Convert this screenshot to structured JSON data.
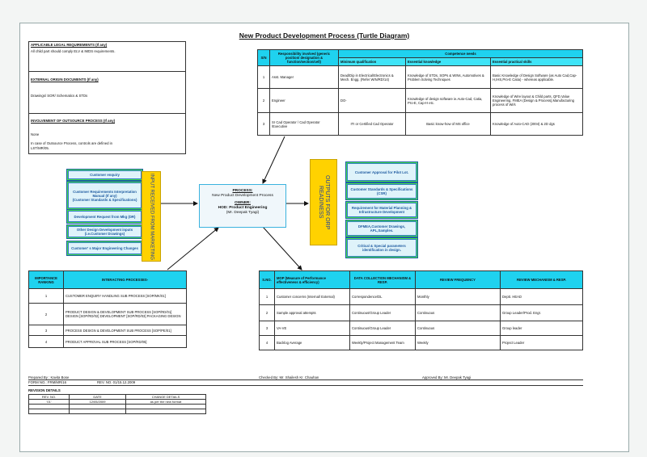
{
  "title": "New Product Development Process (Turtle Diagram)",
  "left_box": {
    "legal_header": "APPLICABLE LEGAL REQUIREMENTS (If any)",
    "legal_text": "All child part should comply ELV & IMDS requirements.",
    "external_header": "EXTERNAL ORIGIN DOCUMENTS (If any)",
    "external_text": "Drawings/ SOR/ Schematics & STDs",
    "outsource_header": "INVOLVEMENT OF OUTSOURCE PROCESS (If any)",
    "outsource_text1": "None",
    "outsource_text2": "In case of Outsource Process, controls are defined in",
    "outsource_text3": "LST/MR/05."
  },
  "competence": {
    "col_sn": "S/N",
    "col_resp": "Responsibility involved (generic position/ designation & function/section/cell)",
    "col_group": "Competence needs",
    "col_min": "Minimum qualification",
    "col_know": "Essential knowledge",
    "col_skill": "Essential practical skills",
    "rows": [
      {
        "sn": "1",
        "resp": "Asst. Manager",
        "min": "Dead/Dip in Electrical/Electronics & Mech. Engg. (Refer WIN/RD/14)",
        "know": "Knowledge of STDs, SOPs & WINs, Automotives & Problem Solving Techniques",
        "skill": "Basic Knowledge of Design Software (as Auto Cad,Cap-H,IHS,Pro-E Catia) - whereas applicable."
      },
      {
        "sn": "2",
        "resp": "Engineer",
        "min": "DO-",
        "know": "Knowledge of design software ie.Auto-Cad, Catia, Pro-E, Cap-H etc.",
        "skill": "Knowledge of Wire layout & Child parts, QFD,Value Engineering, FMEA (Design & Process),Manufacturing process of Wi/s"
      },
      {
        "sn": "3",
        "resp": "Sr Cad Operator / Cad Operator /Executive",
        "min": "ITI or Certified Cad Operator",
        "know": "Basic know-how of MS office",
        "skill": "Knowledge of Auto-CAD (2004) & 2D dgs"
      }
    ]
  },
  "inputs": [
    "Customer enquiry",
    "Customer Requirements Interpretation Manual (If any)",
    "(Customer Standards & Specifications)",
    "Development Request from Mkg (DR)",
    "Other Design Development inputs (i.e.Customer Drawings)",
    "Customer' s Major Engineering Changes"
  ],
  "input_label": "INPUT RECEIVED FROM MARKETING",
  "process": {
    "head": "PROCESS:",
    "name": "New Product Development Process",
    "owner_head": "OWNER:",
    "owner": "HOD: Product Engineering",
    "owner_name": "(Mr. Deepak Tyagi)"
  },
  "output_label": "OUTPUTS FOR ORP READINESS",
  "outputs": [
    "Customer Approval for Pilot Lot.",
    "Customer Standards & Specifications (CSR)",
    "Requirement for Material Planning & Infrastructure Development",
    "DFMEA,Customer Drawings, APL,Samples.",
    "Critical & Special parameters identification in design."
  ],
  "interacting": {
    "col_rank": "IMPORTANCE RANKING",
    "col_proc": "INTERACTING PROCESSES-",
    "rows": [
      {
        "rank": "1",
        "text": "CUSTOMER ENQUIRY HANDLING SUB PROCESS [SOP/MK/01]"
      },
      {
        "rank": "2",
        "text": "PRODUCT DESIGN & DEVELOPMENT SUB PROCESS [SOP/RD/01] DESIGN [SOP/RD/02] DEVELOPMENT [SOP/RD/03] PACKAGING DESIGN"
      },
      {
        "rank": "3",
        "text": "PROCESS DESIGN & DEVELOPMENT SUB PROCESS [SOP/PE/01]"
      },
      {
        "rank": "4",
        "text": "PRODUCT APPROVAL SUB PROCESS [SOP/RD/05]"
      }
    ]
  },
  "mop": {
    "col_sno": "S.NO.",
    "col_mop": "MOP (Measure of Performance effectiveness & efficiency)",
    "col_data": "DATA COLLECTION MECHANISM & RESP.",
    "col_freq": "REVIEW FREQUENCY",
    "col_rev": "REVIEW MECHANISM & RESP.",
    "rows": [
      {
        "sno": "1",
        "mop": "Customer concerns (Internal/ External)",
        "data": "Correspondence/DL",
        "freq": "Monthly",
        "rev": "Deptt. HEAD"
      },
      {
        "sno": "2",
        "mop": "Sample approval attempts",
        "data": "Continuous/Group Leader",
        "freq": "Continuous",
        "rev": "Group Leader/Prod. Engr."
      },
      {
        "sno": "3",
        "mop": "VA-VE",
        "data": "Continuous/Group Leader",
        "freq": "Continuous",
        "rev": "Group leader"
      },
      {
        "sno": "4",
        "mop": "Backlog Average",
        "data": "Weekly/Project Management Team",
        "freq": "Weekly",
        "rev": "Project Leader"
      }
    ]
  },
  "footer": {
    "prepared": "Prepared By : Kavita Bose",
    "checked": "Checked By: Mr. Shailesh Kr. Chauhan",
    "approved": "Approved By: Mr. Deepak Tyagi",
    "form_no": "FORM NO.: FRM/MR/16",
    "rev_no": "REV. NO. 01/15.12.2009"
  },
  "revision": {
    "title": "REVISION DETAILS",
    "col_rev": "REV. NO.",
    "col_date": "DATE",
    "col_change": "CHANGE DETAILS",
    "rows": [
      {
        "rev": "'01'",
        "date": "12/05/2009",
        "change": "as per the new format"
      }
    ]
  }
}
